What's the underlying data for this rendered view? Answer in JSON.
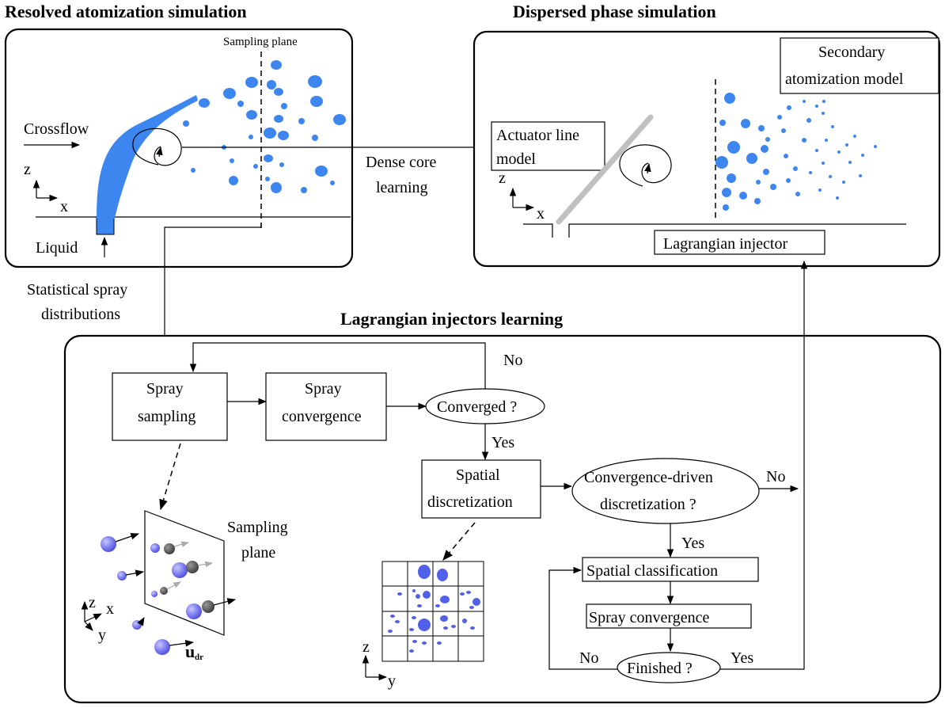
{
  "panels": {
    "resolved": {
      "title": "Resolved atomization simulation",
      "sampling_plane": "Sampling plane",
      "crossflow": "Crossflow",
      "liquid": "Liquid",
      "axis_z": "z",
      "axis_x": "x"
    },
    "dispersed": {
      "title": "Dispersed phase simulation",
      "actuator_line": [
        "Actuator line",
        "model"
      ],
      "secondary_model": [
        "Secondary",
        "atomization model"
      ],
      "lagrangian_injector": "Lagrangian injector",
      "axis_z": "z",
      "axis_x": "x"
    },
    "learning": {
      "title": "Lagrangian injectors learning"
    }
  },
  "links": {
    "dense_core": [
      "Dense core",
      "learning"
    ],
    "statistical": [
      "Statistical spray",
      "distributions"
    ]
  },
  "flow": {
    "spray_sampling": [
      "Spray",
      "sampling"
    ],
    "spray_convergence": [
      "Spray",
      "convergence"
    ],
    "converged": "Converged ?",
    "no1": "No",
    "yes1": "Yes",
    "spatial_discretization": [
      "Spatial",
      "discretization"
    ],
    "convergence_driven": [
      "Convergence-driven",
      "discretization  ?"
    ],
    "no2": "No",
    "yes2": "Yes",
    "spatial_classification": "Spatial classification",
    "spray_convergence2": "Spray convergence",
    "finished": "Finished ?",
    "no3": "No",
    "yes3": "Yes"
  },
  "inset": {
    "sampling_plane": [
      "Sampling",
      "plane"
    ],
    "axis_z": "z",
    "axis_x": "x",
    "axis_y": "y",
    "udr_main": "u",
    "udr_sub": "dr",
    "grid_axis_z": "z",
    "grid_axis_y": "y"
  }
}
